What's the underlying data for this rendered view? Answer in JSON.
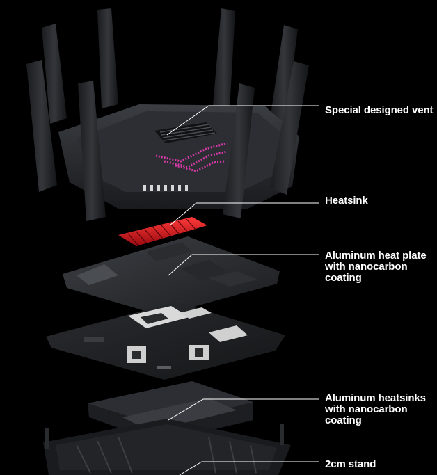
{
  "callouts": {
    "vent": "Special designed vent",
    "heatsink": "Heatsink",
    "plate": [
      "Aluminum heat plate",
      "with nanocarbon",
      "coating"
    ],
    "sinks": [
      "Aluminum heatsinks",
      "with nanocarbon",
      "coating"
    ],
    "stand": "2cm stand"
  },
  "colors": {
    "background": "#000000",
    "text": "#ffffff",
    "leader_line": "#ffffff",
    "heatsink_red": "#d8101a",
    "logo_magenta": "#d63aa8"
  }
}
